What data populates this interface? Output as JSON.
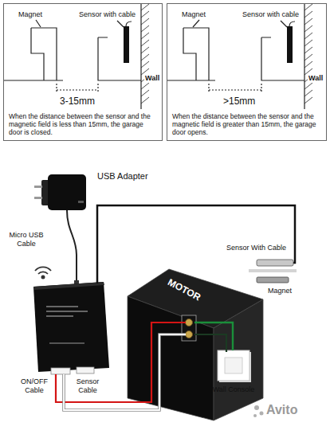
{
  "diagram": {
    "nodes": [
      {
        "text": [
          "Magnet",
          "Sensor with cable",
          "Wall",
          "3-15mm",
          "When the distance between the sensor and the magnetic field is less than 15mm, the garage door is closed."
        ]
      },
      {
        "text": [
          "Magnet",
          "Sensor with cable",
          "Wall",
          ">15mm",
          "When the distance between the sensor and the magnetic field is greater than 15mm, the garage door opens."
        ]
      },
      {
        "text": [
          "MOTOR"
        ]
      },
      {
        "text": [
          "Wall Console"
        ]
      }
    ],
    "edges": [
      {
        "from": 2,
        "to": 3,
        "arrow": "none"
      }
    ],
    "labels": [
      "USB Adapter",
      "Micro USB Cable",
      "ON/OFF Cable",
      "Sensor Cable",
      "Sensor With Cable",
      "Magnet",
      "Avito"
    ]
  }
}
